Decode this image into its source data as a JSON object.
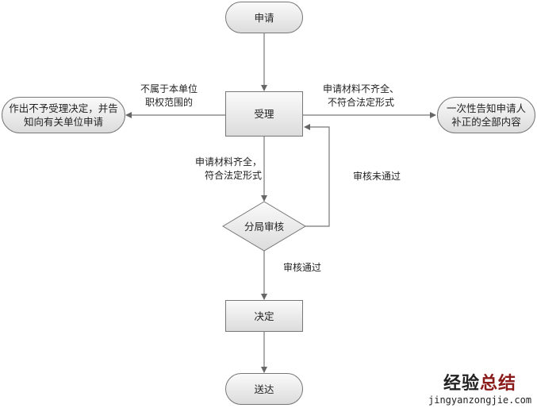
{
  "nodes": {
    "apply": "申请",
    "accept": "受理",
    "reject_line1": "作出不予受理决定，并告",
    "reject_line2": "知向有关单位申请",
    "notify_line1": "一次性告知申请人",
    "notify_line2": "补正的全部内容",
    "review": "分局审核",
    "decide": "决定",
    "deliver": "送达"
  },
  "edges": {
    "out_of_scope_line1": "不属于本单位",
    "out_of_scope_line2": "职权范围的",
    "incomplete_line1": "申请材料不齐全、",
    "incomplete_line2": "不符合法定形式",
    "complete_line1": "申请材料齐全，",
    "complete_line2": "符合法定形式",
    "review_failed": "审核未通过",
    "review_passed": "审核通过"
  },
  "watermark": {
    "cn_part1": "经验",
    "cn_part2": "总结",
    "url": "jingyanzongjie.com"
  }
}
